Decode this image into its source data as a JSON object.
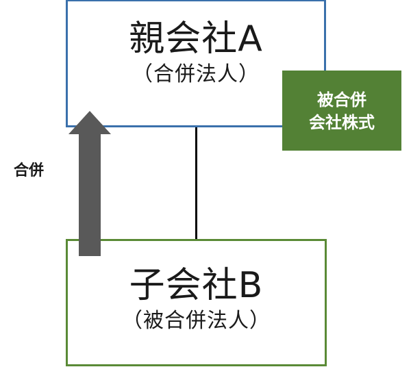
{
  "parent": {
    "title": "親会社A",
    "subtitle": "（合併法人）",
    "border_color": "#3a70ab"
  },
  "child": {
    "title": "子会社B",
    "subtitle": "（被合併法人）",
    "border_color": "#5a8a36"
  },
  "badge": {
    "line1": "被合併",
    "line2": "会社株式",
    "background": "#538135"
  },
  "arrow": {
    "label": "合併",
    "color": "#595959",
    "direction": "up"
  }
}
